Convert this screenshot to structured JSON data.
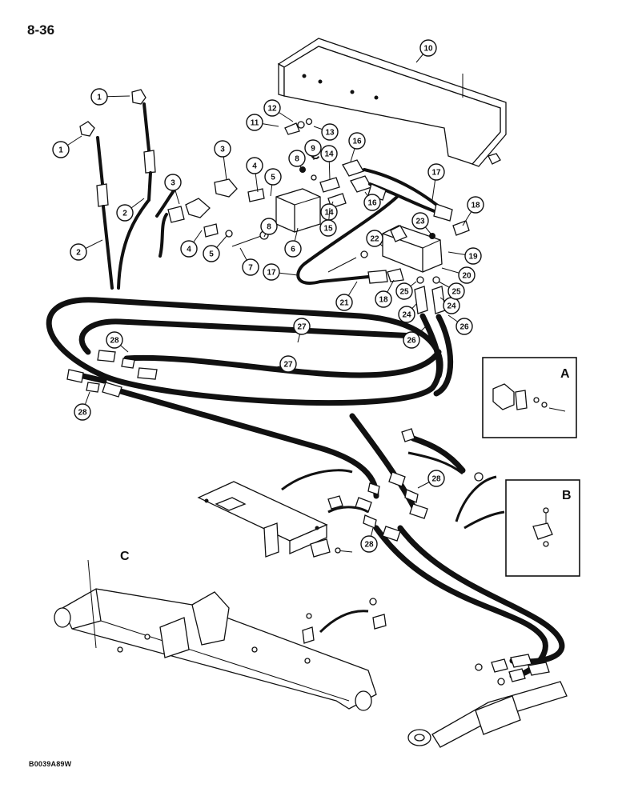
{
  "page": {
    "number": "8-36",
    "figure_code": "B0039A89W"
  },
  "insets": [
    {
      "id": "A",
      "label": "A"
    },
    {
      "id": "B",
      "label": "B"
    }
  ],
  "section_labels": [
    {
      "id": "C-top",
      "label": "C"
    },
    {
      "id": "C-frame",
      "label": "C"
    }
  ],
  "callouts": [
    {
      "n": "1"
    },
    {
      "n": "1"
    },
    {
      "n": "2"
    },
    {
      "n": "2"
    },
    {
      "n": "3"
    },
    {
      "n": "3"
    },
    {
      "n": "4"
    },
    {
      "n": "4"
    },
    {
      "n": "5"
    },
    {
      "n": "5"
    },
    {
      "n": "6"
    },
    {
      "n": "7"
    },
    {
      "n": "8"
    },
    {
      "n": "8"
    },
    {
      "n": "9"
    },
    {
      "n": "10"
    },
    {
      "n": "11"
    },
    {
      "n": "12"
    },
    {
      "n": "13"
    },
    {
      "n": "14"
    },
    {
      "n": "14"
    },
    {
      "n": "15"
    },
    {
      "n": "16"
    },
    {
      "n": "16"
    },
    {
      "n": "17"
    },
    {
      "n": "17"
    },
    {
      "n": "18"
    },
    {
      "n": "18"
    },
    {
      "n": "19"
    },
    {
      "n": "20"
    },
    {
      "n": "21"
    },
    {
      "n": "22"
    },
    {
      "n": "23"
    },
    {
      "n": "24"
    },
    {
      "n": "24"
    },
    {
      "n": "25"
    },
    {
      "n": "25"
    },
    {
      "n": "26"
    },
    {
      "n": "26"
    },
    {
      "n": "27"
    },
    {
      "n": "27"
    },
    {
      "n": "28"
    },
    {
      "n": "28"
    },
    {
      "n": "28"
    },
    {
      "n": "28"
    }
  ]
}
